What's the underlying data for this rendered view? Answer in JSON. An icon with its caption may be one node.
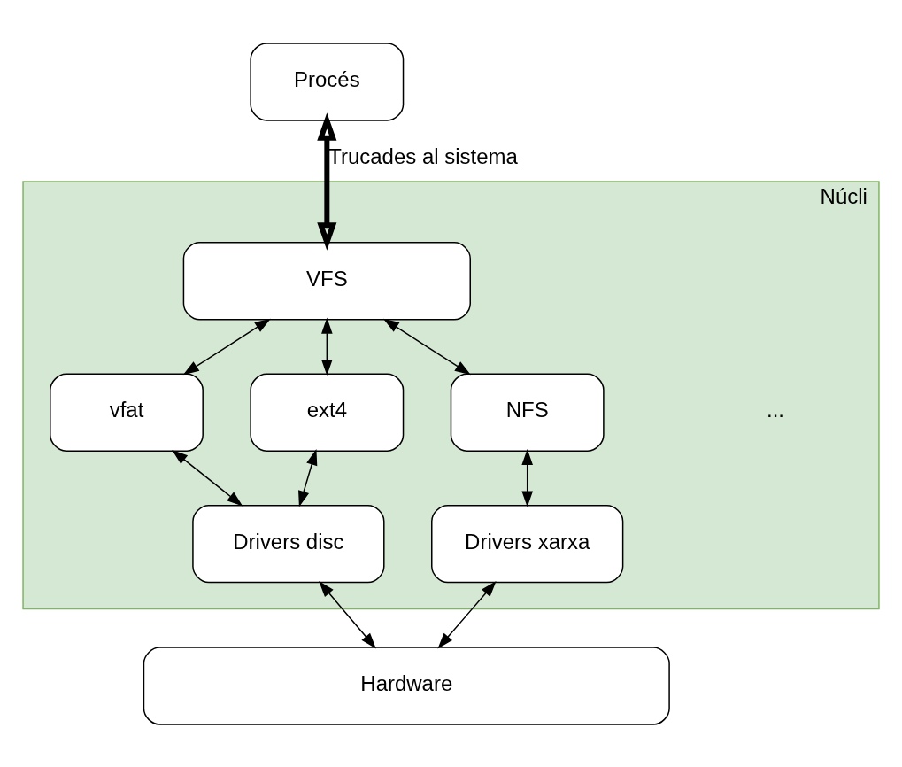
{
  "diagram": {
    "nodes": [
      {
        "text": [
          "Procés"
        ]
      },
      {
        "text": [
          "Núcli"
        ]
      },
      {
        "text": [
          "VFS"
        ],
        "in": 1
      },
      {
        "text": [
          "vfat"
        ],
        "in": 1
      },
      {
        "text": [
          "ext4"
        ],
        "in": 1
      },
      {
        "text": [
          "NFS"
        ],
        "in": 1
      },
      {
        "text": [
          "Drivers disc"
        ],
        "in": 1
      },
      {
        "text": [
          "Drivers xarxa"
        ],
        "in": 1
      },
      {
        "text": [
          "Hardware"
        ]
      }
    ],
    "edges": [
      {
        "from": 0,
        "to": 2,
        "arrow": "both",
        "label": "Trucades al sistema",
        "style": "thick"
      },
      {
        "from": 2,
        "to": 3,
        "arrow": "both"
      },
      {
        "from": 2,
        "to": 4,
        "arrow": "both"
      },
      {
        "from": 2,
        "to": 5,
        "arrow": "both"
      },
      {
        "from": 3,
        "to": 6,
        "arrow": "both"
      },
      {
        "from": 4,
        "to": 6,
        "arrow": "both"
      },
      {
        "from": 5,
        "to": 7,
        "arrow": "both"
      },
      {
        "from": 6,
        "to": 8,
        "arrow": "both"
      },
      {
        "from": 7,
        "to": 8,
        "arrow": "both"
      }
    ],
    "labels": [
      "..."
    ]
  }
}
